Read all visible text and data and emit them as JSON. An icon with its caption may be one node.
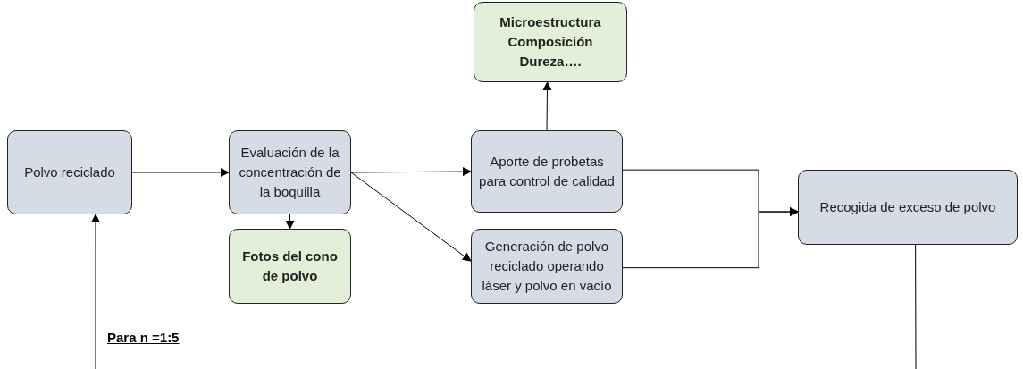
{
  "diagram": {
    "nodes": [
      {
        "text": [
          "Polvo reciclado"
        ]
      },
      {
        "text": [
          "Evaluación de la concentración de la boquilla"
        ]
      },
      {
        "text": [
          "Fotos del cono de polvo"
        ]
      },
      {
        "text": [
          "Microestructura",
          "Composición",
          "Dureza…."
        ]
      },
      {
        "text": [
          "Aporte de probetas para control de calidad"
        ]
      },
      {
        "text": [
          "Generación de polvo reciclado operando láser y polvo en vacío"
        ]
      },
      {
        "text": [
          "Recogida de exceso de polvo"
        ]
      }
    ],
    "edges": [
      {
        "from": 0,
        "to": 1,
        "arrow": "to"
      },
      {
        "from": 1,
        "to": 2,
        "arrow": "to"
      },
      {
        "from": 1,
        "to": 4,
        "arrow": "to"
      },
      {
        "from": 1,
        "to": 5,
        "arrow": "to"
      },
      {
        "from": 4,
        "to": 3,
        "arrow": "to"
      },
      {
        "from": 4,
        "to": 6,
        "arrow": "to"
      },
      {
        "from": 5,
        "to": 6,
        "arrow": "to"
      },
      {
        "from": 6,
        "to": null,
        "arrow": "none"
      },
      {
        "from": null,
        "to": 0,
        "arrow": "to"
      }
    ],
    "labels": [
      "Para n =1:5"
    ]
  }
}
